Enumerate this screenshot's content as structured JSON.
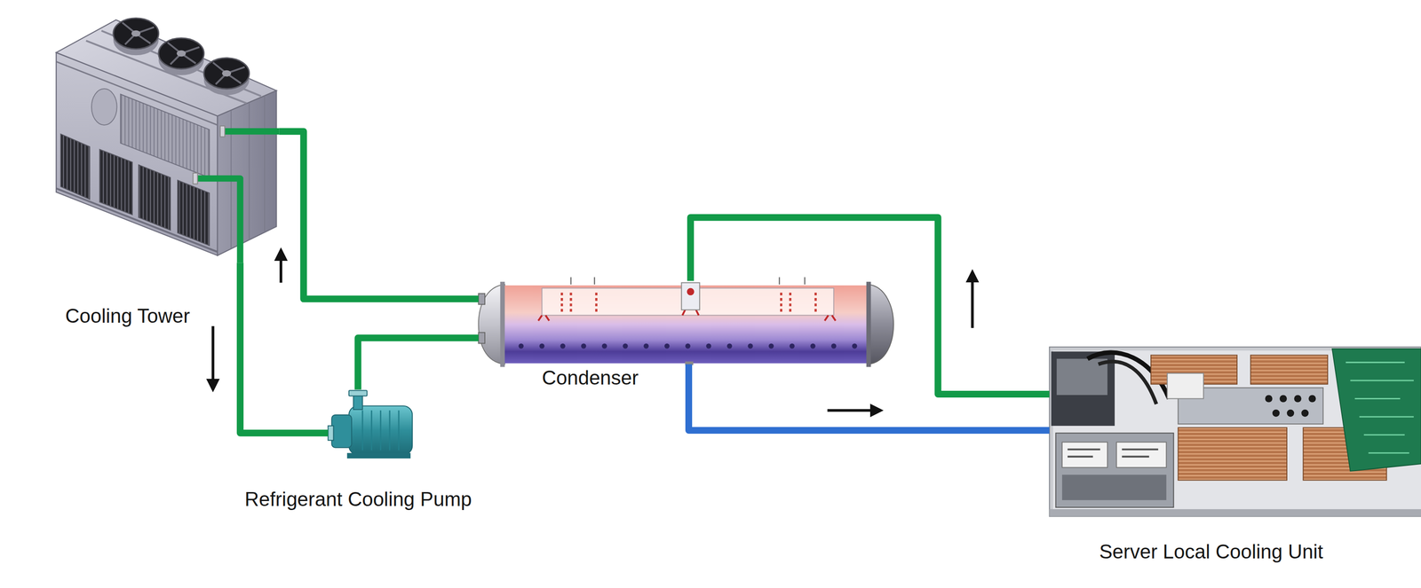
{
  "diagram": {
    "nodes": [
      {
        "text": [
          "Cooling Tower"
        ]
      },
      {
        "text": [
          "Refrigerant Cooling Pump"
        ]
      },
      {
        "text": [
          "Condenser"
        ]
      },
      {
        "text": [
          "Server Local Cooling Unit"
        ]
      }
    ],
    "edges": [
      {
        "from": 0,
        "to": 1,
        "arrow": "to"
      },
      {
        "from": 1,
        "to": 2,
        "arrow": "none"
      },
      {
        "from": 2,
        "to": 0,
        "arrow": "to"
      },
      {
        "from": 2,
        "to": 3,
        "arrow": "to"
      },
      {
        "from": 3,
        "to": 2,
        "arrow": "to"
      }
    ]
  }
}
